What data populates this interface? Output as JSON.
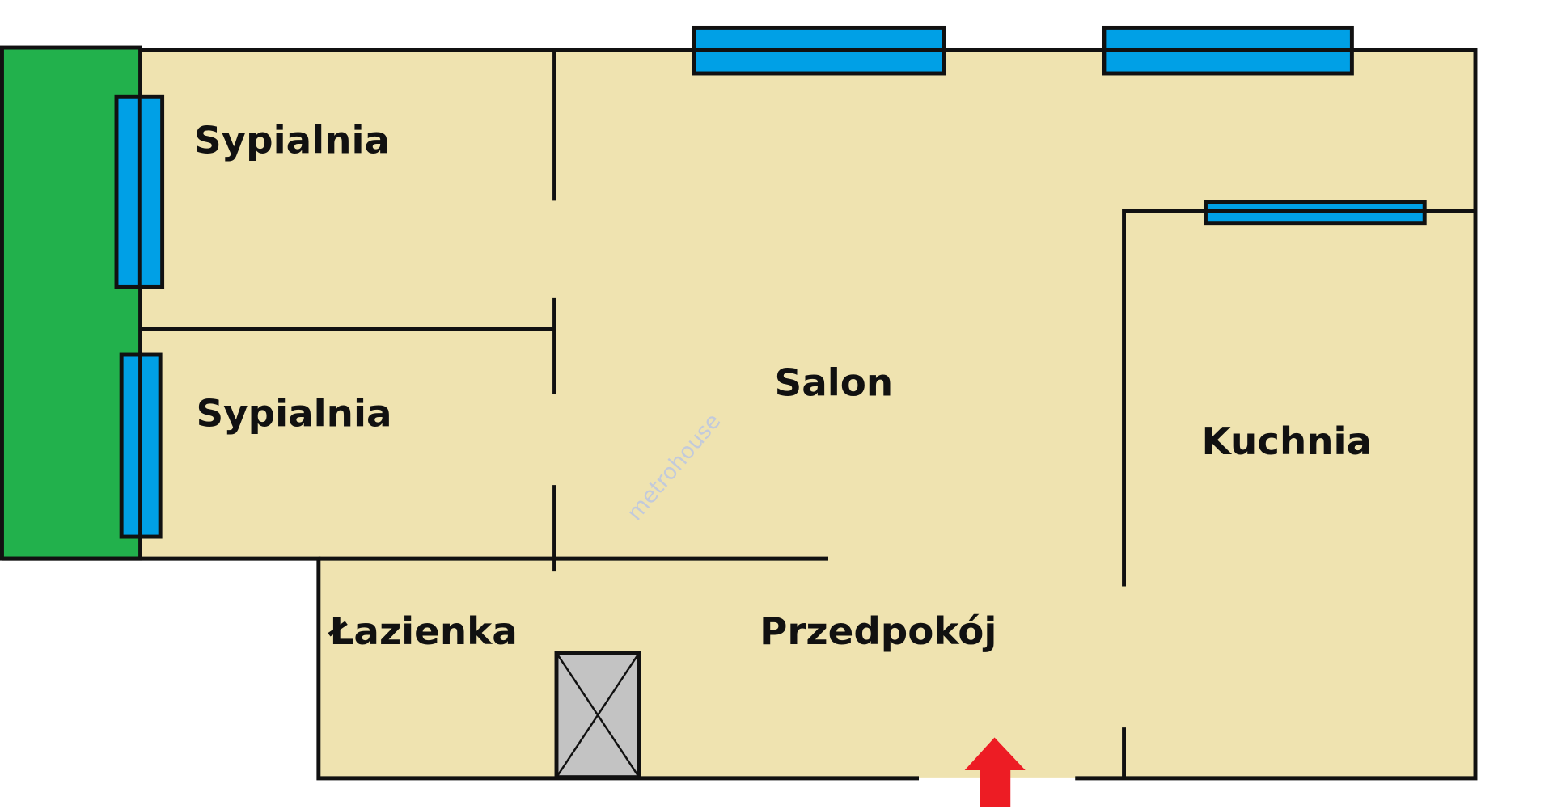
{
  "rooms": [
    {
      "name": "Sypialnia"
    },
    {
      "name": "Sypialnia"
    },
    {
      "name": "Salon"
    },
    {
      "name": "Kuchnia"
    },
    {
      "name": "Łazienka"
    },
    {
      "name": "Przedpokój"
    }
  ],
  "watermark": "metrohouse",
  "colors": {
    "floor": "#efe3b0",
    "balcony": "#22b14c",
    "window": "#00a0e6",
    "entrance": "#ed1c24",
    "shaft": "#c3c3c3"
  }
}
